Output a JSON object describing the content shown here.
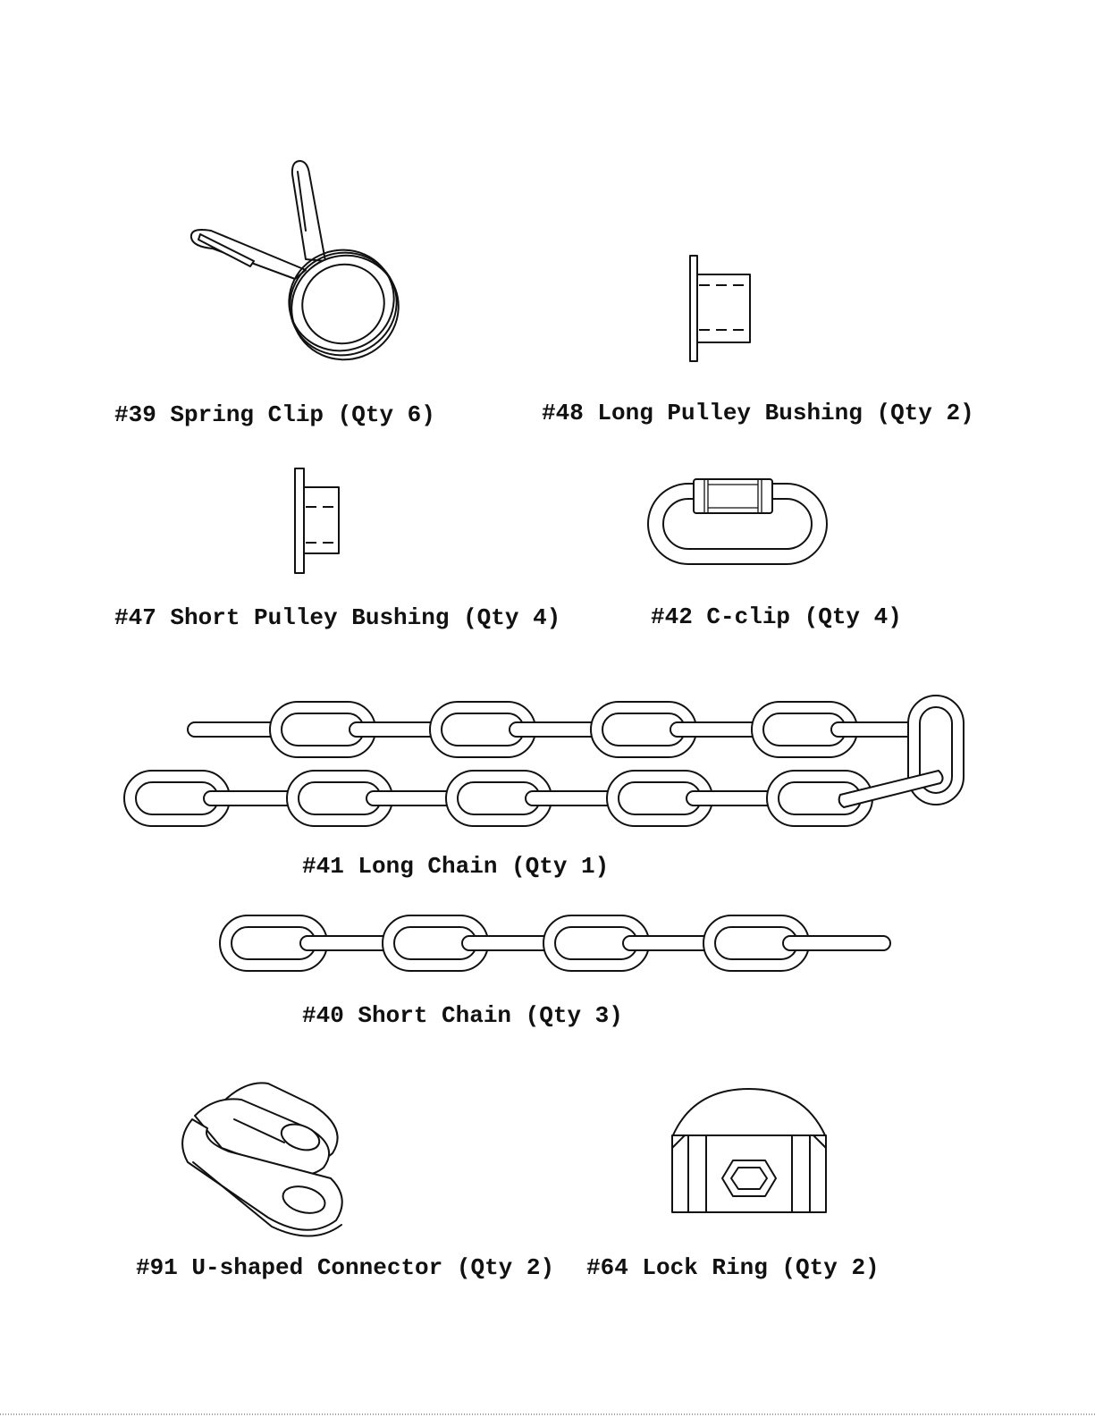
{
  "parts": [
    {
      "id": "spring-clip",
      "label": "#39 Spring Clip (Qty 6)"
    },
    {
      "id": "long-pulley-bushing",
      "label": "#48 Long Pulley Bushing (Qty 2)"
    },
    {
      "id": "short-pulley-bushing",
      "label": "#47 Short Pulley Bushing (Qty 4)"
    },
    {
      "id": "c-clip",
      "label": "#42 C-clip (Qty 4)"
    },
    {
      "id": "long-chain",
      "label": "#41 Long Chain (Qty 1)"
    },
    {
      "id": "short-chain",
      "label": "#40 Short Chain (Qty 3)"
    },
    {
      "id": "u-shaped-connector",
      "label": "#91 U-shaped Connector (Qty 2)"
    },
    {
      "id": "lock-ring",
      "label": "#64 Lock Ring (Qty 2)"
    }
  ]
}
